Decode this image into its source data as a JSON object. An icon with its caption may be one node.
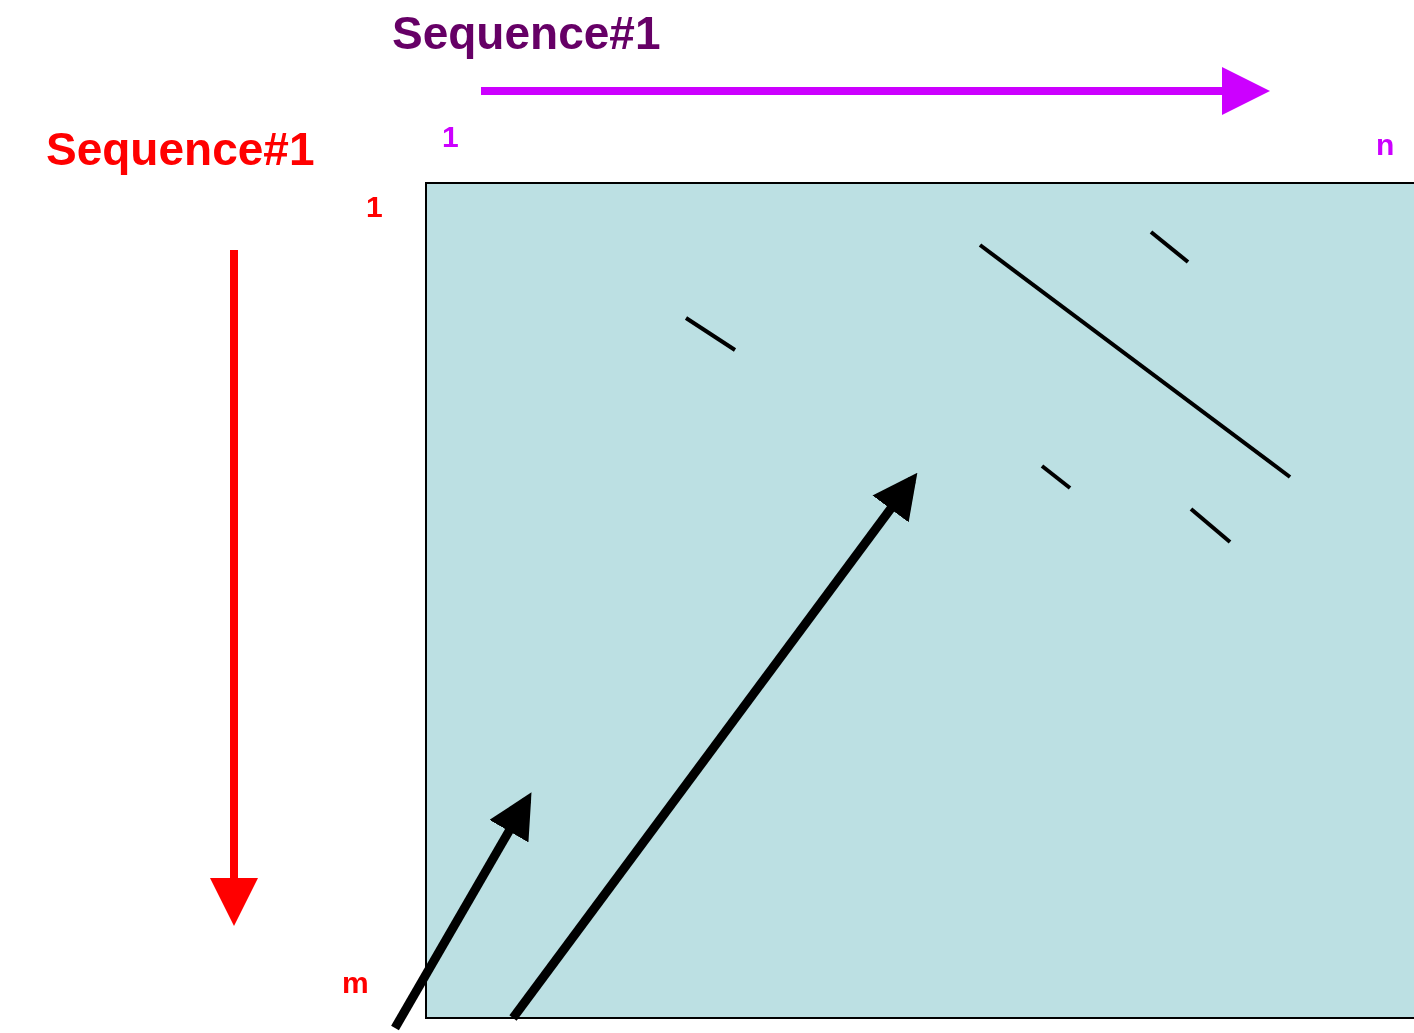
{
  "diagram": {
    "labels": [
      "Sequence#1",
      "1",
      "n",
      "Sequence#1",
      "1",
      "m"
    ]
  }
}
